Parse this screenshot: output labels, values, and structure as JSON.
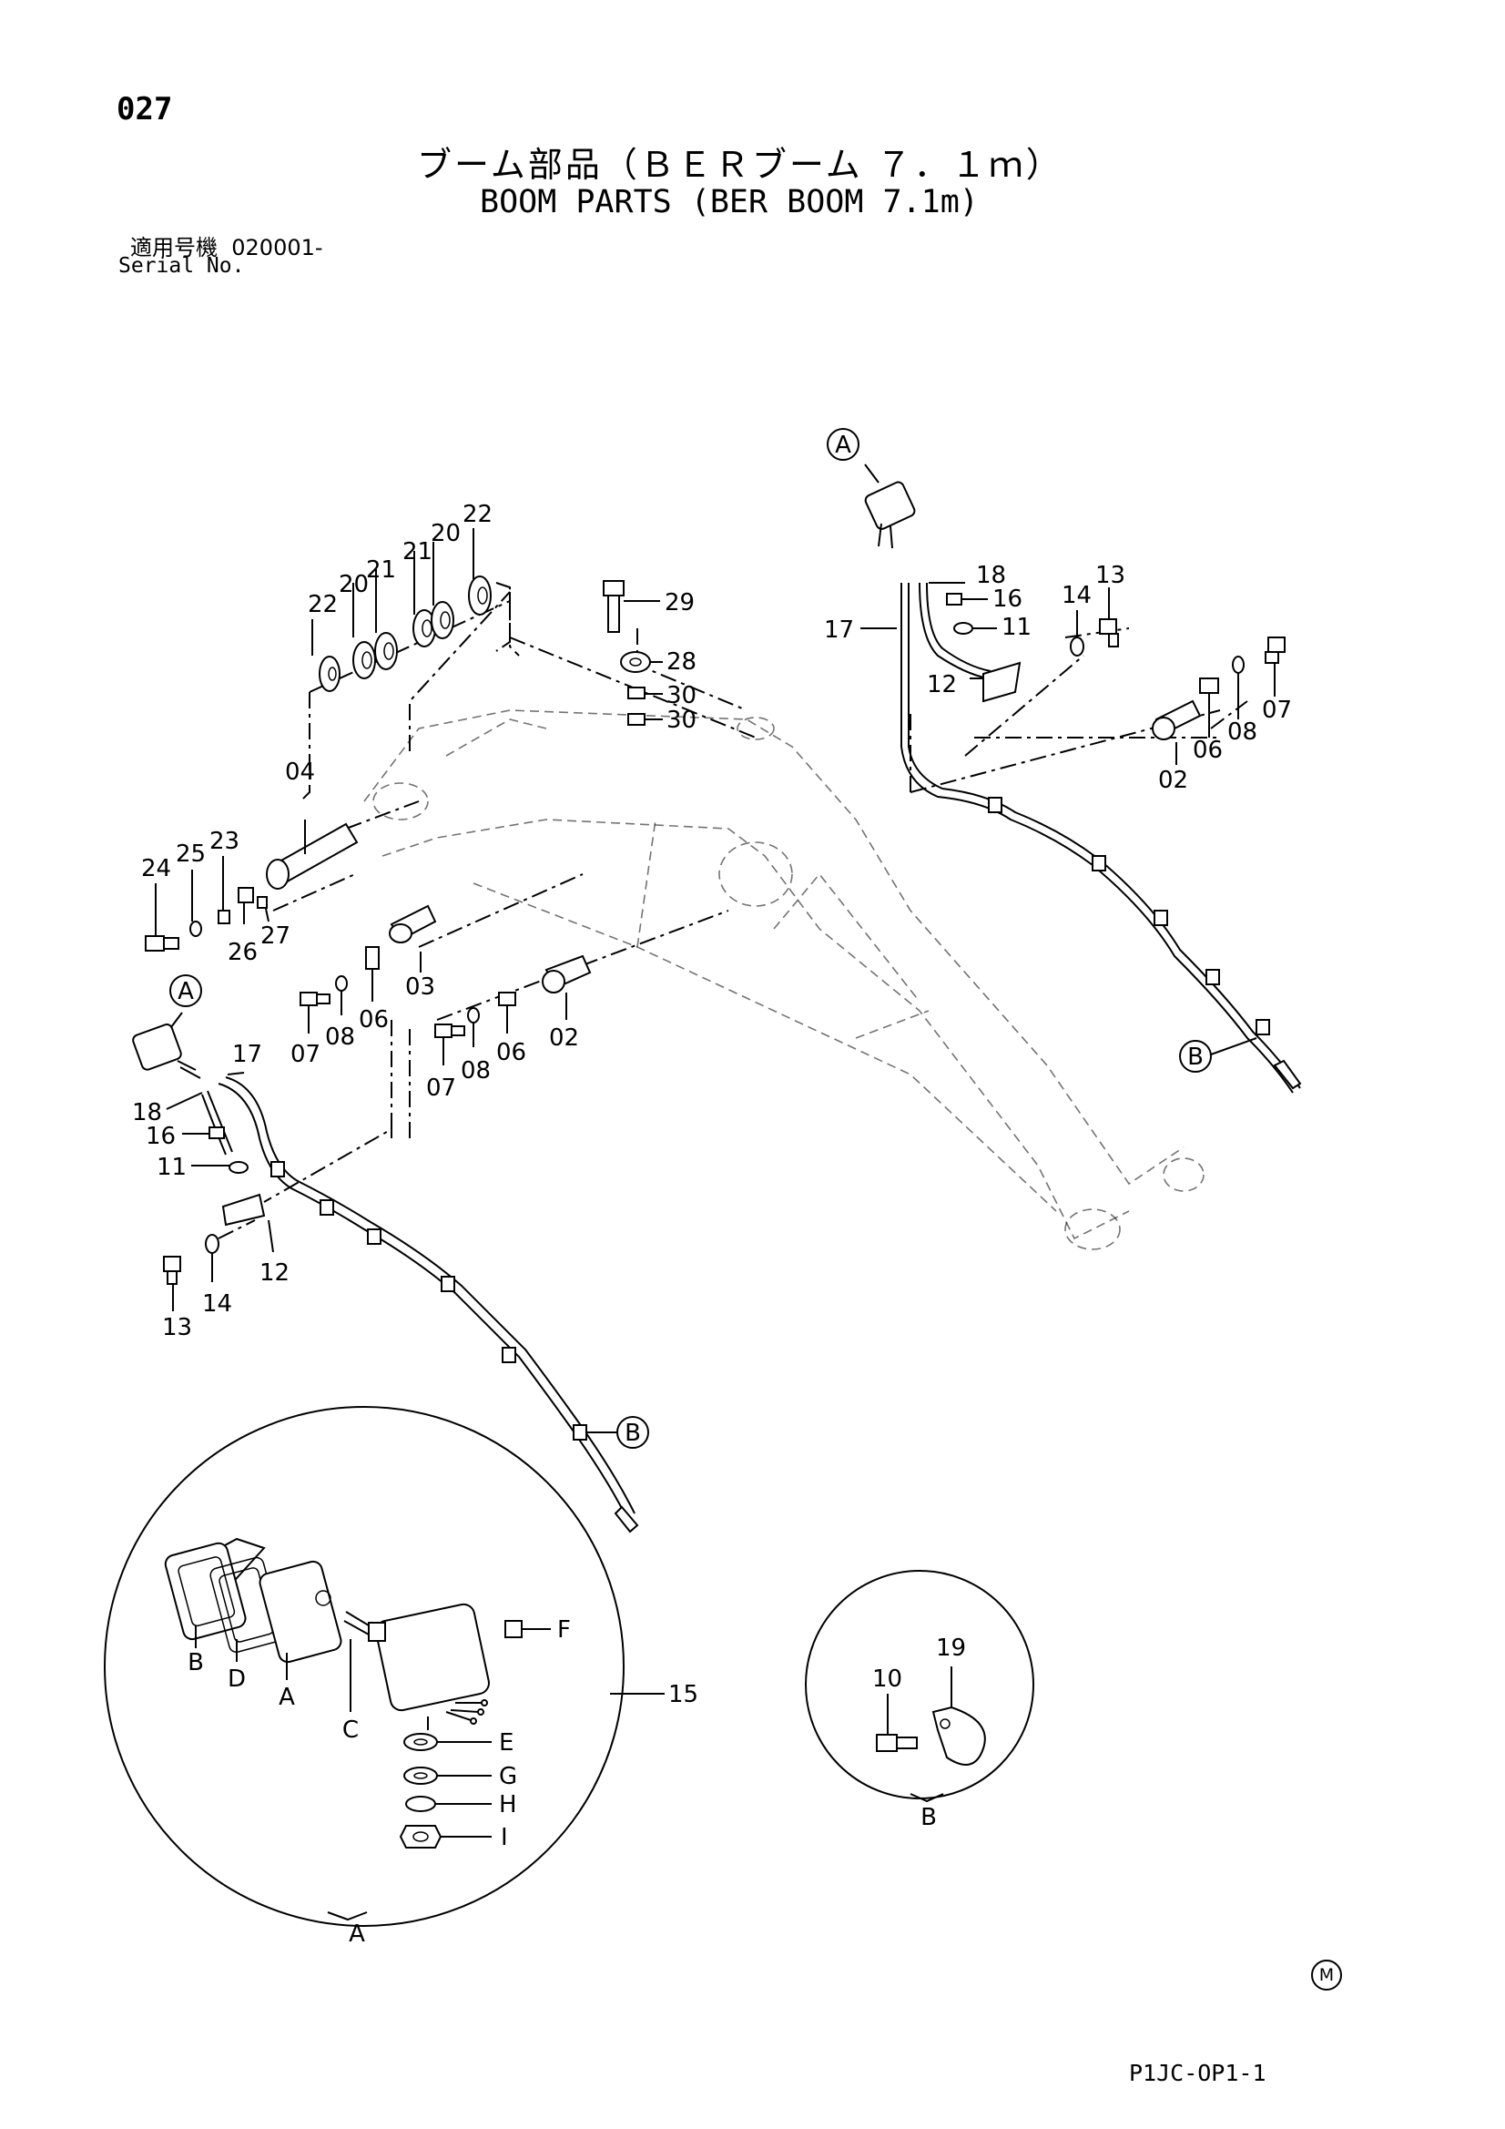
{
  "header": {
    "page_number": "027",
    "title_jp": "ブーム部品（ＢＥＲブーム ７．１ｍ）",
    "title_en": "BOOM PARTS (BER BOOM 7.1m)",
    "serial_label_jp": "適用号機",
    "serial_value": "020001-",
    "serial_label_en": "Serial No."
  },
  "callouts": {
    "c22a": "22",
    "c20a": "20",
    "c21a": "21",
    "c21b": "21",
    "c20b": "20",
    "c22b": "22",
    "c29": "29",
    "c28": "28",
    "c30a": "30",
    "c30b": "30",
    "c04": "04",
    "c24": "24",
    "c25": "25",
    "c23": "23",
    "c26": "26",
    "c27": "27",
    "c03": "03",
    "c07a": "07",
    "c08a": "08",
    "c06a": "06",
    "c07b": "07",
    "c08b": "08",
    "c06b": "06",
    "c02a": "02",
    "c18r": "18",
    "c16r": "16",
    "c11r": "11",
    "c17r": "17",
    "c12r": "12",
    "c14r": "14",
    "c13r": "13",
    "c07r": "07",
    "c08r": "08",
    "c06r": "06",
    "c02r": "02",
    "c17l": "17",
    "c18l": "18",
    "c16l": "16",
    "c11l": "11",
    "c12l": "12",
    "c14l": "14",
    "c13l": "13",
    "c15": "15",
    "c10": "10",
    "c19": "19"
  },
  "ref_marks": {
    "a_top": "A",
    "a_left": "A",
    "b_right": "B",
    "b_left": "B"
  },
  "detail_a": {
    "label": "A",
    "letters": {
      "B": "B",
      "D": "D",
      "A": "A",
      "C": "C",
      "F": "F",
      "E": "E",
      "G": "G",
      "H": "H",
      "I": "I"
    }
  },
  "detail_b": {
    "label": "B"
  },
  "footer": {
    "code": "P1JC-OP1-1",
    "mark": "M"
  }
}
